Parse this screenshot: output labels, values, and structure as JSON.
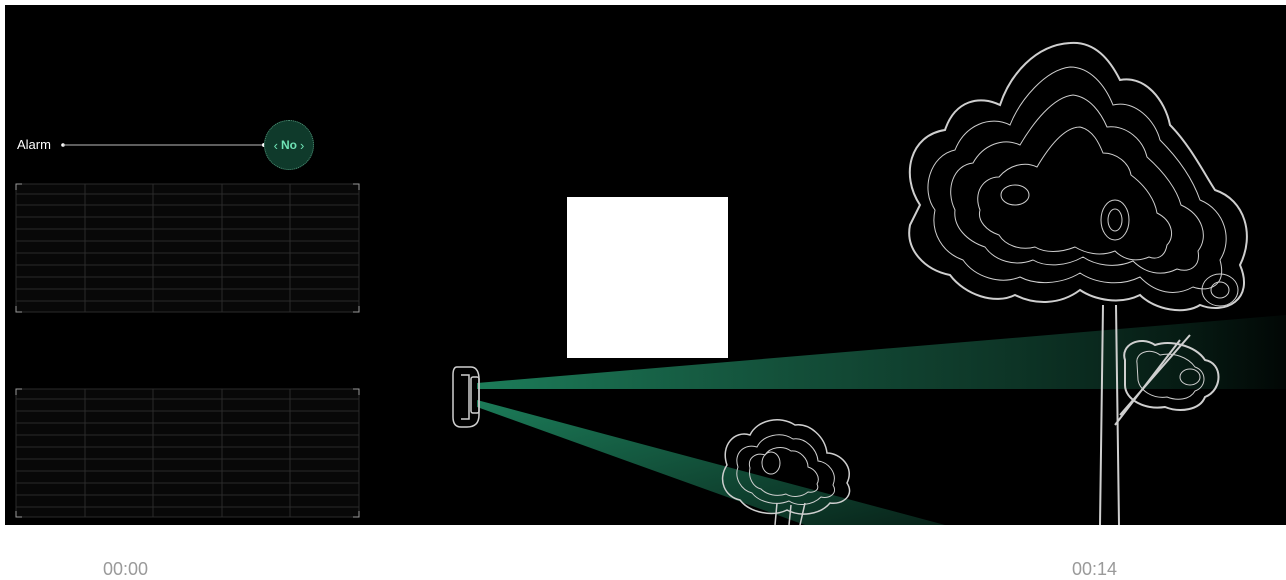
{
  "alarm": {
    "label": "Alarm",
    "value": "No",
    "prev_icon": "chevron-left-icon",
    "next_icon": "chevron-right-icon"
  },
  "timeline": {
    "start": "00:00",
    "end": "00:14"
  },
  "colors": {
    "background": "#000000",
    "accent": "#6fe3b5",
    "beam": "#1f8a63",
    "line": "#cfcfcf"
  },
  "icons": {
    "sensor": "motion-sensor-icon",
    "tree_large": "tree-icon",
    "tree_small": "tree-icon"
  }
}
